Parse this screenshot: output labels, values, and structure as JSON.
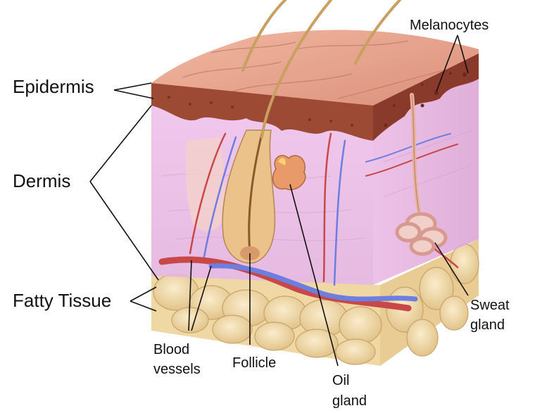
{
  "labels": {
    "epidermis": "Epidermis",
    "dermis": "Dermis",
    "fatty_tissue": "Fatty Tissue",
    "melanocytes": "Melanocytes",
    "blood_vessels_line1": "Blood",
    "blood_vessels_line2": "vessels",
    "follicle": "Follicle",
    "oil_gland_line1": "Oil",
    "oil_gland_line2": "gland",
    "sweat_gland_line1": "Sweat",
    "sweat_gland_line2": "gland"
  },
  "colors": {
    "skin_surface": "#e0a08a",
    "epidermis_edge": "#8a3a2a",
    "dermis": "#e8b8e0",
    "fat": "#f2dcaa",
    "hair": "#c8a060",
    "blood_red": "#c84848",
    "blood_blue": "#6c7ee0"
  }
}
